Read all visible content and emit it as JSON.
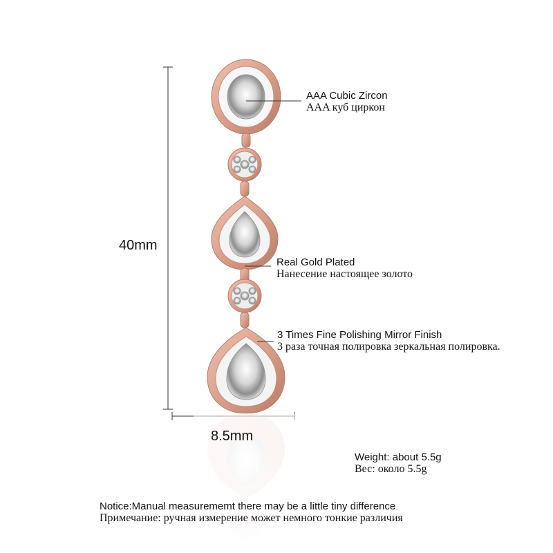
{
  "dimensions": {
    "height_label": "40mm",
    "width_label": "8.5mm"
  },
  "callouts": [
    {
      "en": "AAA Cubic Zircon",
      "ru": "AAA куб циркон"
    },
    {
      "en": "Real Gold Plated",
      "ru": "Нанесение настоящее золото"
    },
    {
      "en": "3 Times Fine Polishing Mirror Finish",
      "ru": "3 раза точная полировка зеркальная полировка."
    }
  ],
  "weight": {
    "en": "Weight: about  5.5g",
    "ru": "Вес: около  5.5g"
  },
  "notice": {
    "en": "Notice:Manual measurememt there may be a little tiny difference",
    "ru": "Примечание: ручная измерение может немного тонкие различия"
  },
  "colors": {
    "rose_gold": "#d9a08c",
    "rose_gold_dark": "#b87a66",
    "stone": "#e8e8e8",
    "line": "#333333"
  }
}
